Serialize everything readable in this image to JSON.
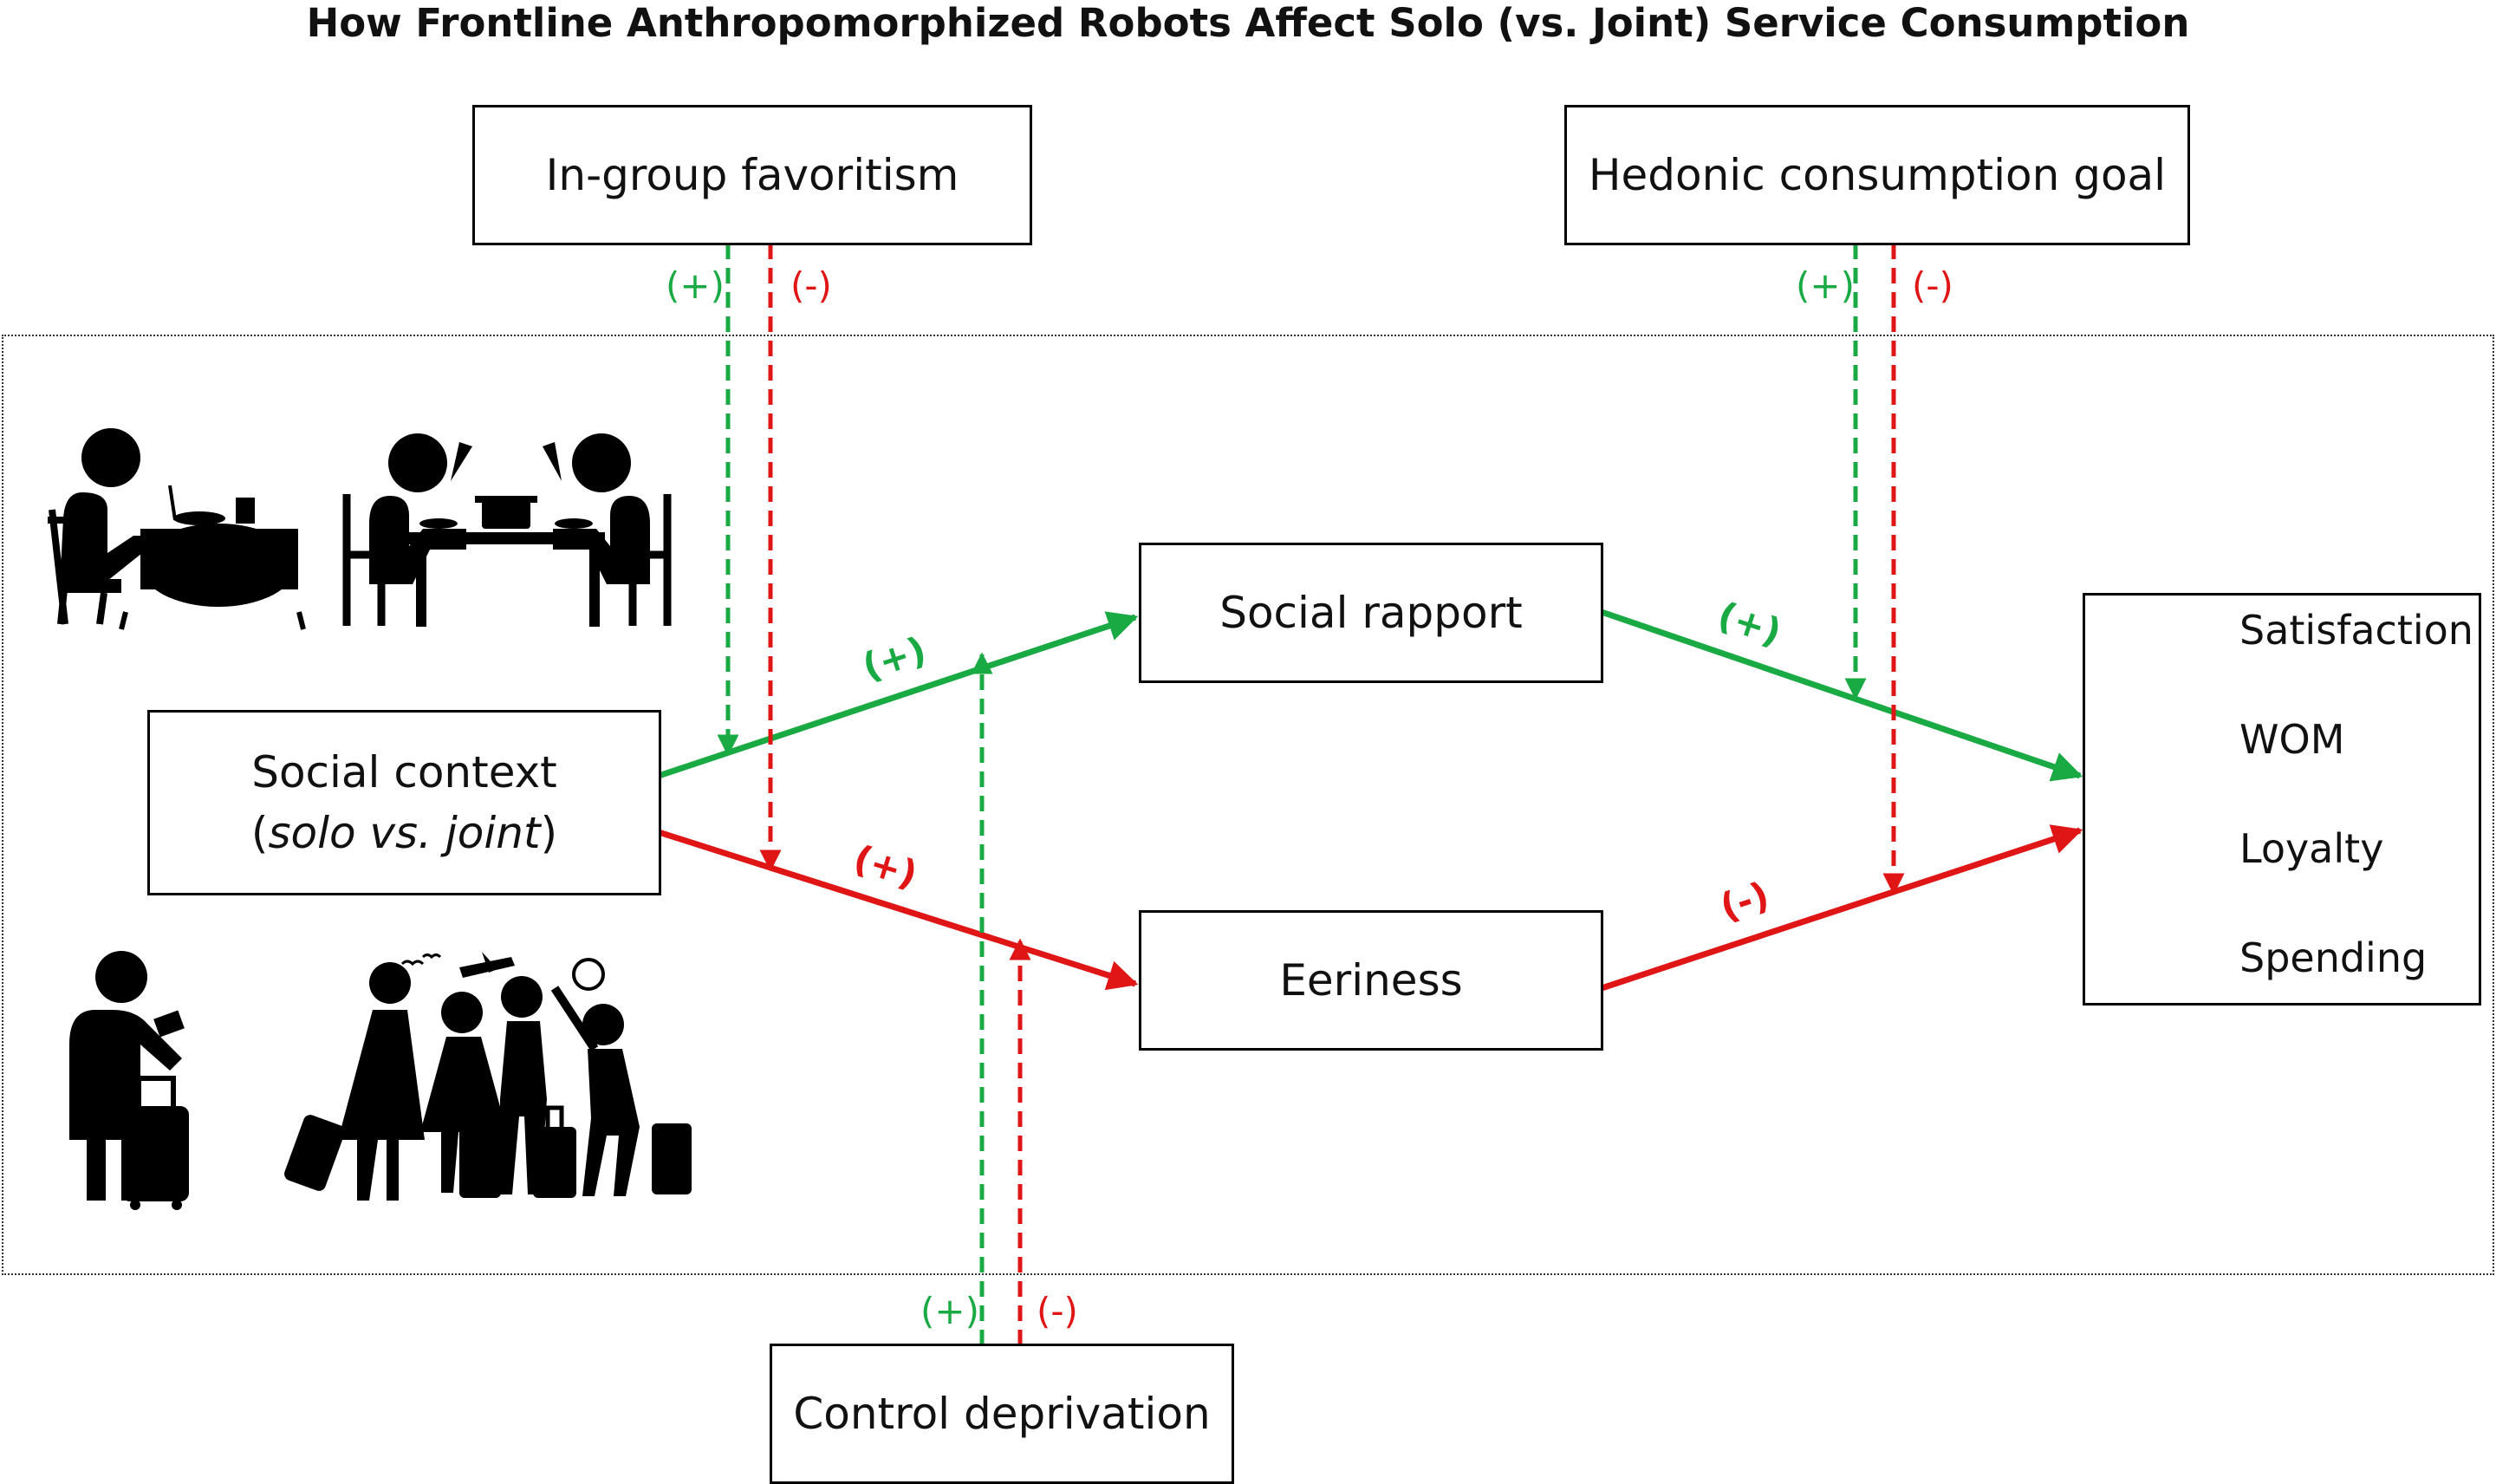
{
  "title": "How Frontline Anthropomorphized Robots Affect Solo (vs. Joint) Service Consumption",
  "nodes": {
    "ingroup": "In-group favoritism",
    "hedonic": "Hedonic consumption goal",
    "social_context_line1": "Social context",
    "social_context_paren_open": "(",
    "social_context_italic": "solo vs. joint",
    "social_context_paren_close": ")",
    "rapport": "Social rapport",
    "eeriness": "Eeriness",
    "control": "Control deprivation"
  },
  "outcomes": [
    {
      "label": "Satisfaction",
      "icon": "thumbs-up-stars-icon"
    },
    {
      "label": "WOM",
      "icon": "speaking-person-icon"
    },
    {
      "label": "Loyalty",
      "icon": "heart-lock-icon"
    },
    {
      "label": "Spending",
      "icon": "hand-money-icon"
    }
  ],
  "signs": {
    "ingroup_pos": "(+)",
    "ingroup_neg": "(-)",
    "hedonic_pos": "(+)",
    "hedonic_neg": "(-)",
    "control_pos": "(+)",
    "control_neg": "(-)",
    "context_rapport": "(+)",
    "context_eeriness": "(+)",
    "rapport_outcome": "(+)",
    "eeriness_outcome": "(-)"
  },
  "colors": {
    "positive": "#1aaa44",
    "negative": "#e01515",
    "border": "#000000"
  },
  "pictograms": [
    "solo-diner-icon",
    "group-diners-icon",
    "solo-traveler-icon",
    "group-travelers-icon"
  ]
}
